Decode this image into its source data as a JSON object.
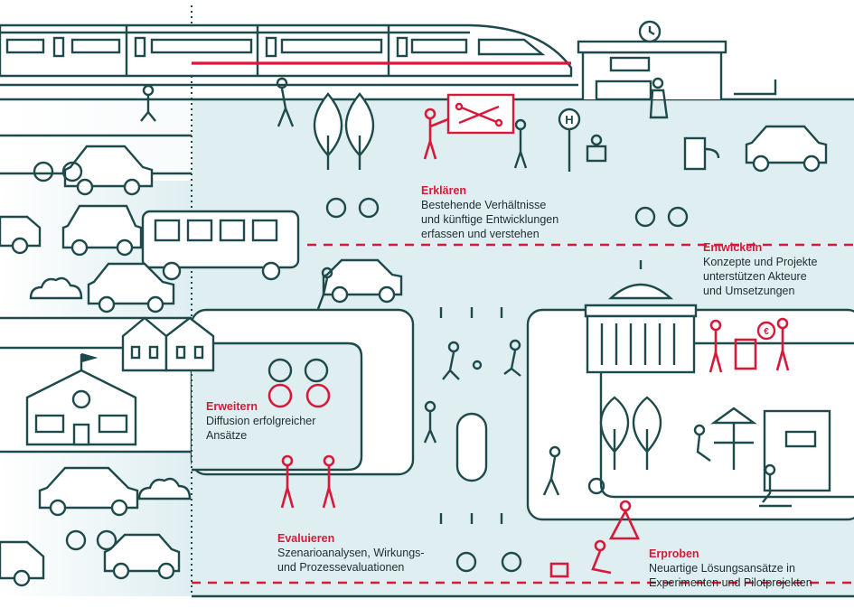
{
  "colors": {
    "ink": "#1e4a4b",
    "accent": "#d7193a",
    "street": "#dfeef1",
    "street_edge": "#bcdbe2",
    "background": "#ffffff"
  },
  "stages": [
    {
      "id": "erklaeren",
      "title": "Erklären",
      "text": "Bestehende Verhältnisse\nund künftige Entwicklungen\nerfassen und verstehen"
    },
    {
      "id": "entwickeln",
      "title": "Entwickeln",
      "text": "Konzepte und Projekte\nunterstützen Akteure\nund Umsetzungen"
    },
    {
      "id": "erweitern",
      "title": "Erweitern",
      "text": "Diffusion erfolgreicher\nAnsätze"
    },
    {
      "id": "evaluieren",
      "title": "Evaluieren",
      "text": "Szenarioanalysen, Wirkungs-\nund Prozessevaluationen"
    },
    {
      "id": "erproben",
      "title": "Erproben",
      "text": "Neuartige Lösungsansätze in\nExperimenten und Pilotprojekten"
    }
  ],
  "signs": {
    "bus_stop": "H",
    "money": "€"
  },
  "icons": [
    "train-icon",
    "station-clock-icon",
    "bus-icon",
    "car-icon",
    "bicycle-icon",
    "tree-icon",
    "school-icon",
    "house-icon",
    "city-hall-icon",
    "cafe-icon",
    "charging-station-icon",
    "bus-stop-sign-icon",
    "cloud-icon",
    "strategy-board-icon"
  ]
}
